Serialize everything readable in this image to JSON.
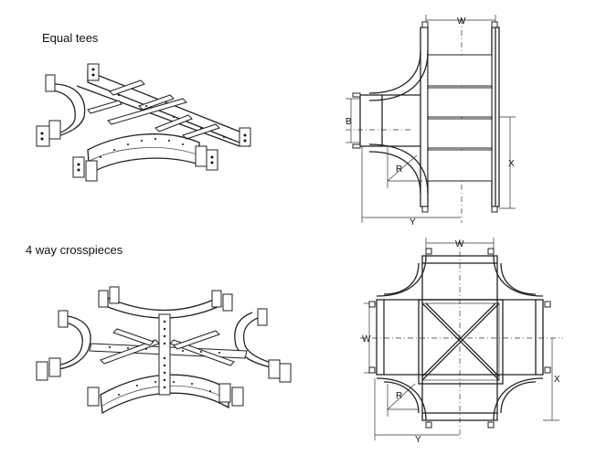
{
  "sections": [
    {
      "caption": "Equal tees"
    },
    {
      "caption": "4 way crosspieces"
    }
  ],
  "tee_drawing": {
    "labels": {
      "width": "W",
      "branch": "B",
      "radius": "R",
      "length_x": "X",
      "length_y": "Y"
    }
  },
  "cross_drawing": {
    "labels": {
      "width_top": "W",
      "width_side": "W",
      "radius": "R",
      "length_x": "X",
      "length_y": "Y"
    }
  }
}
